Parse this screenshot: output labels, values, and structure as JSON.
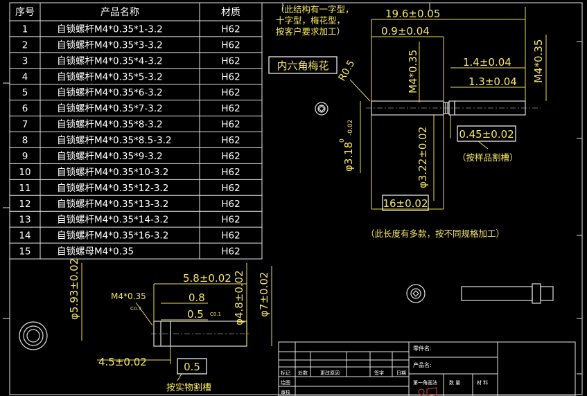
{
  "table": {
    "headers": [
      "序号",
      "产品名称",
      "材质"
    ],
    "rows": [
      {
        "no": "1",
        "name": "自锁螺杆M4*0.35*1-3.2",
        "mat": "H62"
      },
      {
        "no": "2",
        "name": "自锁螺杆M4*0.35*3-3.2",
        "mat": "H62"
      },
      {
        "no": "3",
        "name": "自锁螺杆M4*0.35*4-3.2",
        "mat": "H62"
      },
      {
        "no": "4",
        "name": "自锁螺杆M4*0.35*5-3.2",
        "mat": "H62"
      },
      {
        "no": "5",
        "name": "自锁螺杆M4*0.35*6-3.2",
        "mat": "H62"
      },
      {
        "no": "6",
        "name": "自锁螺杆M4*0.35*7-3.2",
        "mat": "H62"
      },
      {
        "no": "7",
        "name": "自锁螺杆M4*0.35*8-3.2",
        "mat": "H62"
      },
      {
        "no": "8",
        "name": "自锁螺杆M4*0.35*8.5-3.2",
        "mat": "H62"
      },
      {
        "no": "9",
        "name": "自锁螺杆M4*0.35*9-3.2",
        "mat": "H62"
      },
      {
        "no": "10",
        "name": "自锁螺杆M4*0.35*10-3.2",
        "mat": "H62"
      },
      {
        "no": "11",
        "name": "自锁螺杆M4*0.35*12-3.2",
        "mat": "H62"
      },
      {
        "no": "12",
        "name": "自锁螺杆M4*0.35*13-3.2",
        "mat": "H62"
      },
      {
        "no": "13",
        "name": "自锁螺杆M4*0.35*14-3.2",
        "mat": "H62"
      },
      {
        "no": "14",
        "name": "自锁螺杆M4*0.35*16-3.2",
        "mat": "H62"
      },
      {
        "no": "15",
        "name": "自锁螺母M4*0.35",
        "mat": "H62"
      }
    ]
  },
  "screw": {
    "note_line1": "（此结构有一字型，",
    "note_line2": "十字型，梅花型，",
    "note_line3": "按客户要求加工）",
    "box_label": "内六角梅花",
    "r": "R0.5",
    "dim_len_total": "19.6±0.05",
    "dim_0_9": "0.9±0.04",
    "dim_m4_left": "M4*0.35",
    "dim_1_4": "1.4±0.04",
    "dim_1_3": "1.3±0.04",
    "dim_m4_right": "M4*0.35",
    "dim_dia_318": "φ3.18",
    "dim_dia_318_tol_up": "0",
    "dim_dia_318_tol_dn": "-0.02",
    "dim_dia_322": "φ3.22±0.02",
    "dim_groove": "0.45±0.02",
    "groove_note": "（按样品割槽）",
    "dim_16": "16±0.02",
    "length_note": "（此长度有多款，按不同规格加工）"
  },
  "nut": {
    "dim_dia_593": "φ5.93±0.02",
    "thread_label": "M4*0.35",
    "c03": "C0.3",
    "dim_5_8": "5.8±0.02",
    "dim_0_8": "0.8",
    "dim_0_5": "0.5",
    "c01": "C0.1",
    "dim_dia_48": "φ4.8±0.02",
    "dim_dia_7": "φ7±0.02",
    "dim_4_5": "4.5±0.02",
    "box_05": "0.5",
    "groove_note": "按实物割槽"
  },
  "title_block": {
    "part_name": "零件名:",
    "product_name": "产品名:",
    "h_mark": "标记",
    "h_qty": "处数",
    "h_change": "更改原因",
    "h_sign": "签字",
    "h_date": "日期",
    "r_draw": "绘图",
    "r_check": "审核",
    "projection": "第一角画法",
    "qty": "数 量",
    "material": "材 料"
  }
}
